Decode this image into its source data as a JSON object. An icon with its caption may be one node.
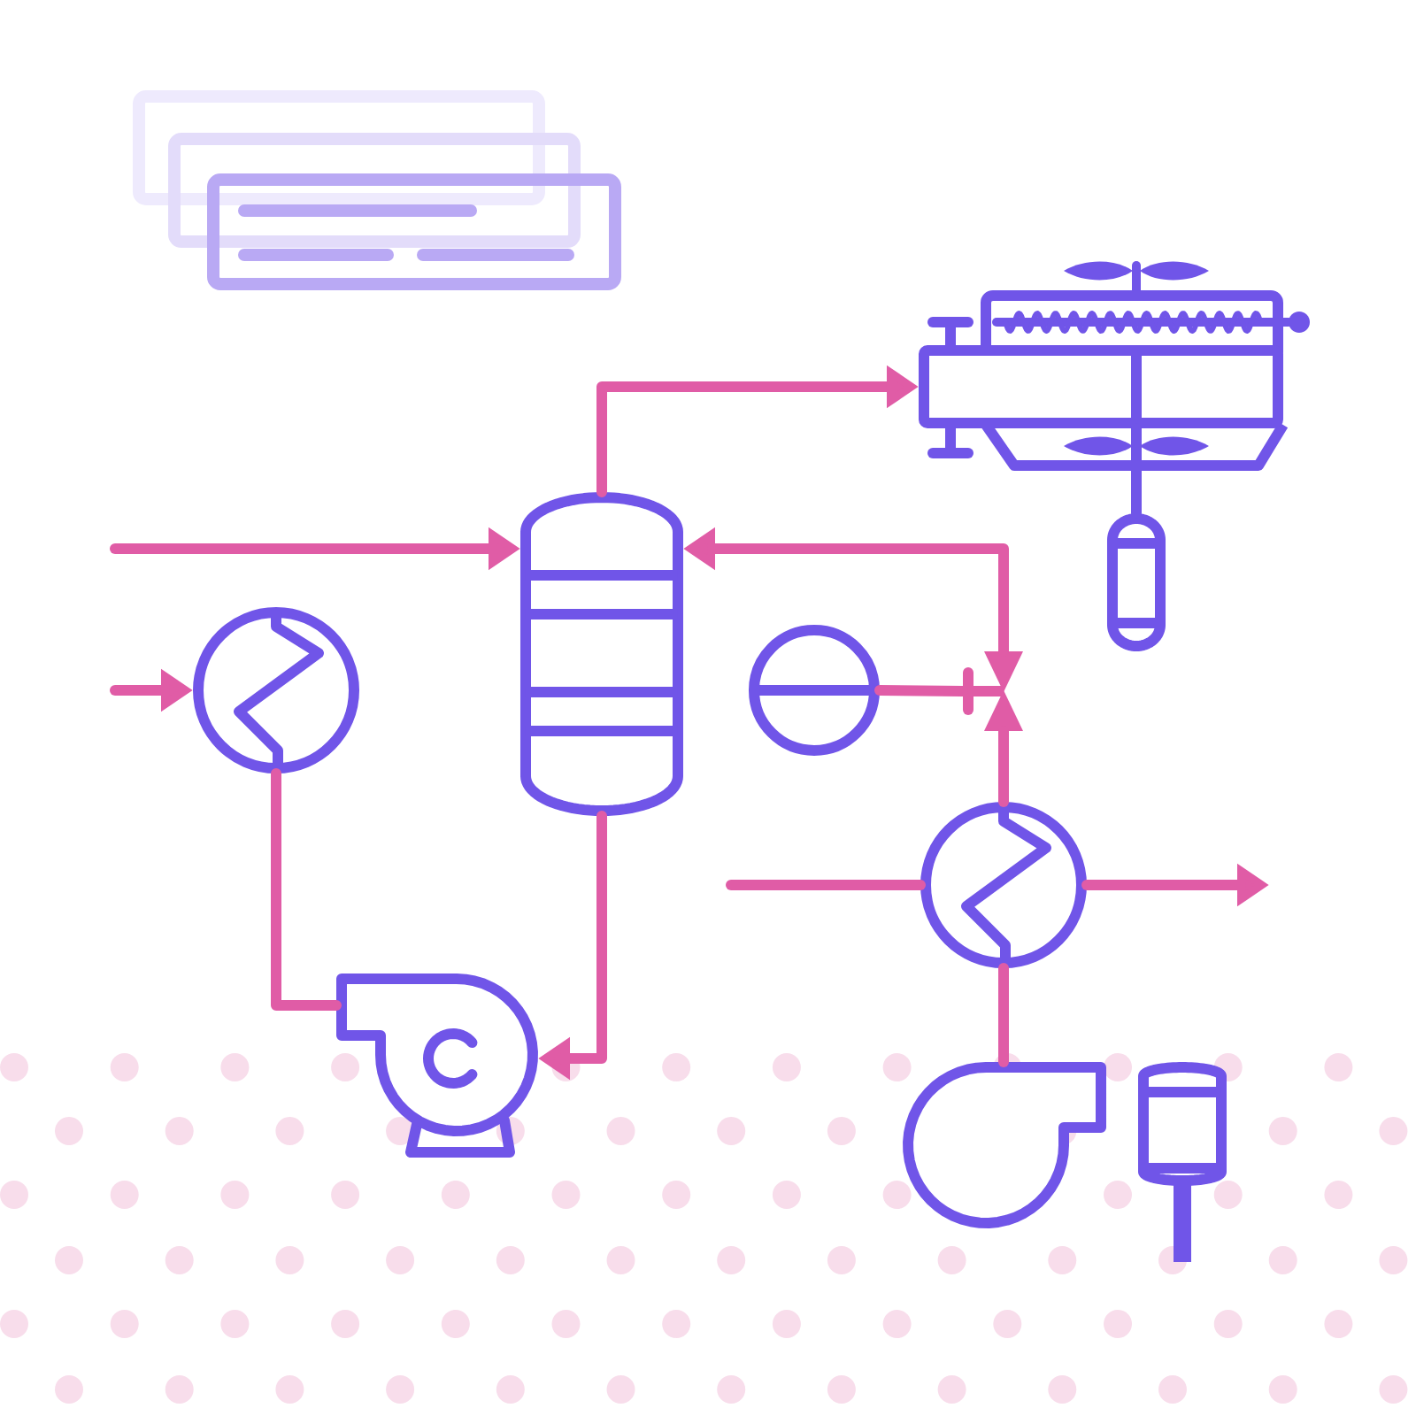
{
  "diagram": {
    "nodes": [
      {
        "text": [],
        "shape": "picture"
      },
      {
        "text": [],
        "shape": "cylinder"
      },
      {
        "text": [],
        "shape": "cylinder"
      },
      {
        "text": [],
        "shape": "circle"
      },
      {
        "text": [],
        "shape": "circle"
      },
      {
        "text": [],
        "shape": "valve"
      },
      {
        "text": [],
        "shape": "circle"
      },
      {
        "text": [],
        "shape": "picture"
      },
      {
        "text": [],
        "shape": "picture"
      },
      {
        "text": [],
        "shape": "cylinder"
      }
    ],
    "edges": [
      {
        "from": null,
        "to": 1,
        "arrow": "to"
      },
      {
        "from": 1,
        "to": 0,
        "arrow": "to"
      },
      {
        "from": 0,
        "to": 2,
        "arrow": "none",
        "color": "#7055e8"
      },
      {
        "from": 5,
        "to": 1,
        "arrow": "to"
      },
      {
        "from": 4,
        "to": 5,
        "arrow": "none"
      },
      {
        "from": 6,
        "to": 5,
        "arrow": "none"
      },
      {
        "from": null,
        "to": 3,
        "arrow": "to"
      },
      {
        "from": 3,
        "to": 7,
        "arrow": "none"
      },
      {
        "from": 1,
        "to": 7,
        "arrow": "to"
      },
      {
        "from": null,
        "to": 6,
        "arrow": "none"
      },
      {
        "from": 6,
        "to": null,
        "arrow": "to"
      },
      {
        "from": 8,
        "to": 6,
        "arrow": "none"
      }
    ]
  }
}
